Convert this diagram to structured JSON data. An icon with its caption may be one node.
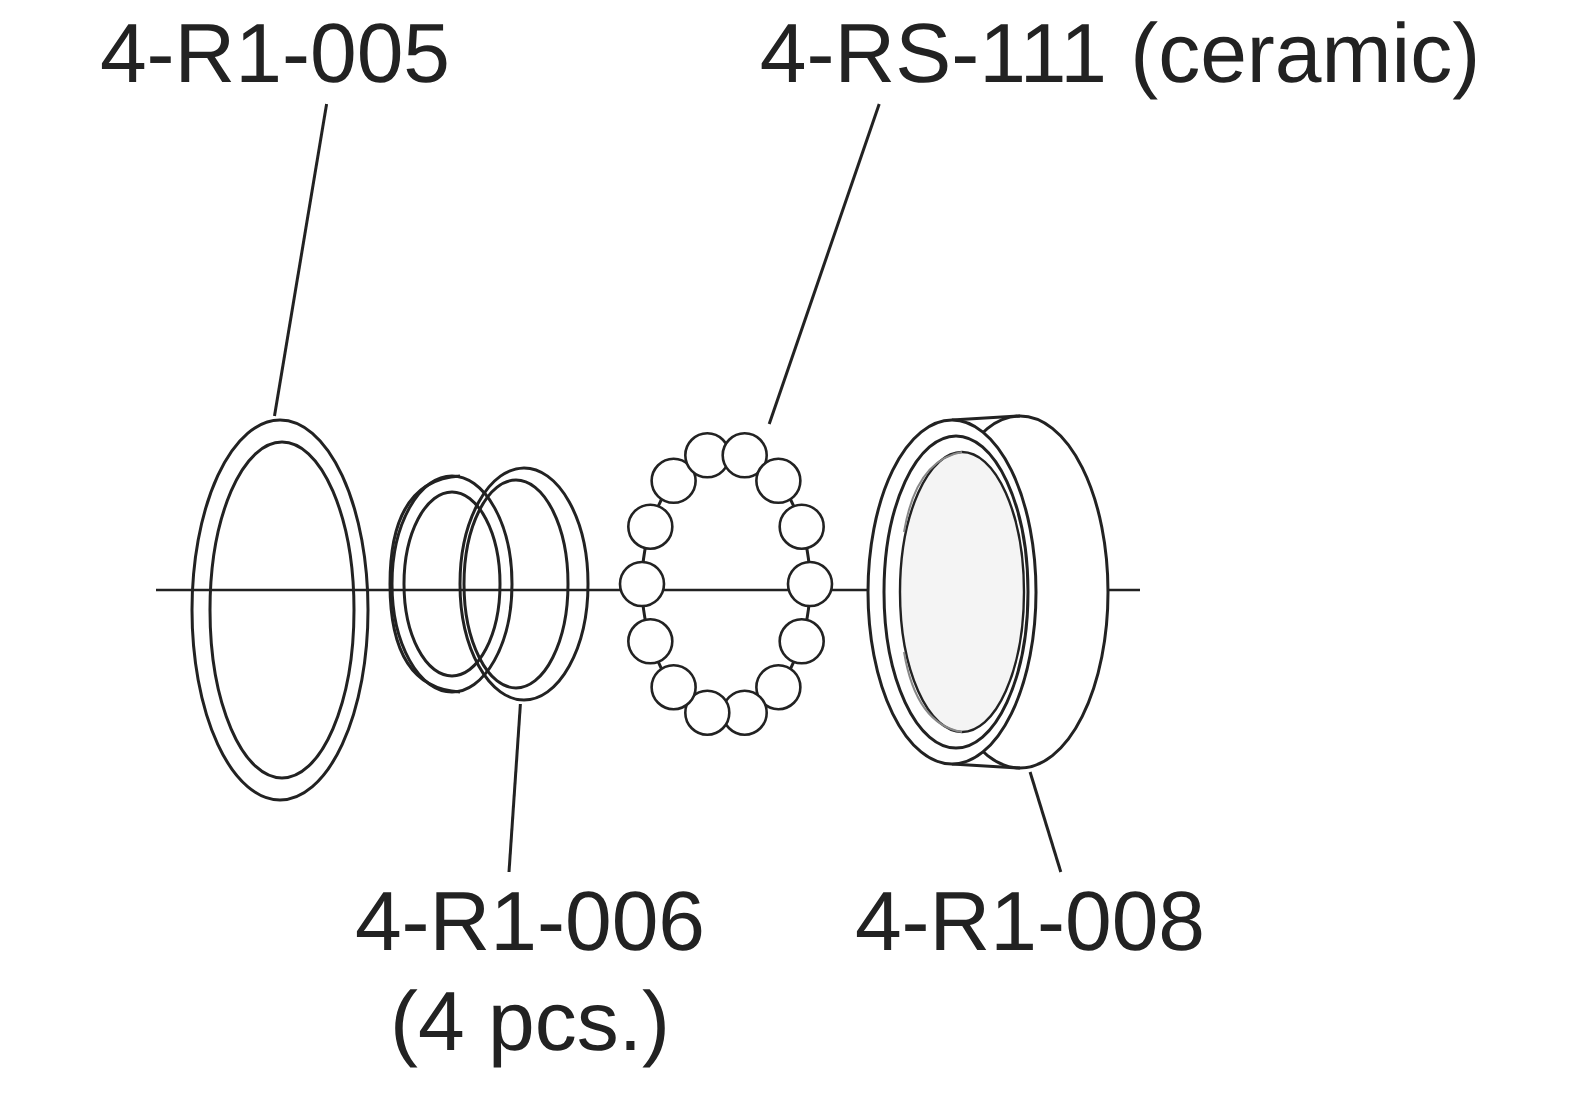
{
  "diagram": {
    "nodes": [
      {
        "text": [
          "4-R1-005"
        ]
      },
      {
        "text": [
          "4-RS-111 (ceramic)"
        ]
      },
      {
        "text": [],
        "shape": "picture"
      },
      {
        "text": [],
        "shape": "picture"
      },
      {
        "text": [],
        "shape": "picture"
      },
      {
        "text": [],
        "shape": "picture"
      },
      {
        "text": [
          "4-R1-006 (4 pcs.)"
        ]
      },
      {
        "text": [
          "4-R1-008"
        ]
      }
    ],
    "edges": [
      {
        "from": 0,
        "to": 2,
        "arrow": "none"
      },
      {
        "from": 1,
        "to": 4,
        "arrow": "none"
      },
      {
        "from": 6,
        "to": 3,
        "arrow": "none"
      },
      {
        "from": 7,
        "to": 5,
        "arrow": "none"
      }
    ]
  }
}
